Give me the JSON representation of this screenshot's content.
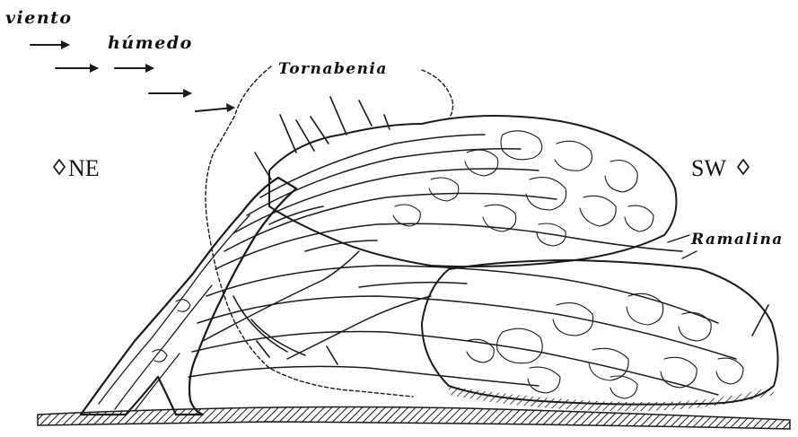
{
  "labels": {
    "wind_line1": "viento",
    "wind_line2": "húmedo",
    "tornabenia": "Tornabenia",
    "ramalina": "Ramalina",
    "ne": "NE",
    "sw": "SW"
  },
  "icons": {
    "direction_marker": "diamond-outline-icon",
    "wind_arrow": "arrow-right-icon"
  },
  "colors": {
    "ink": "#1a1a1a",
    "background": "#ffffff"
  }
}
